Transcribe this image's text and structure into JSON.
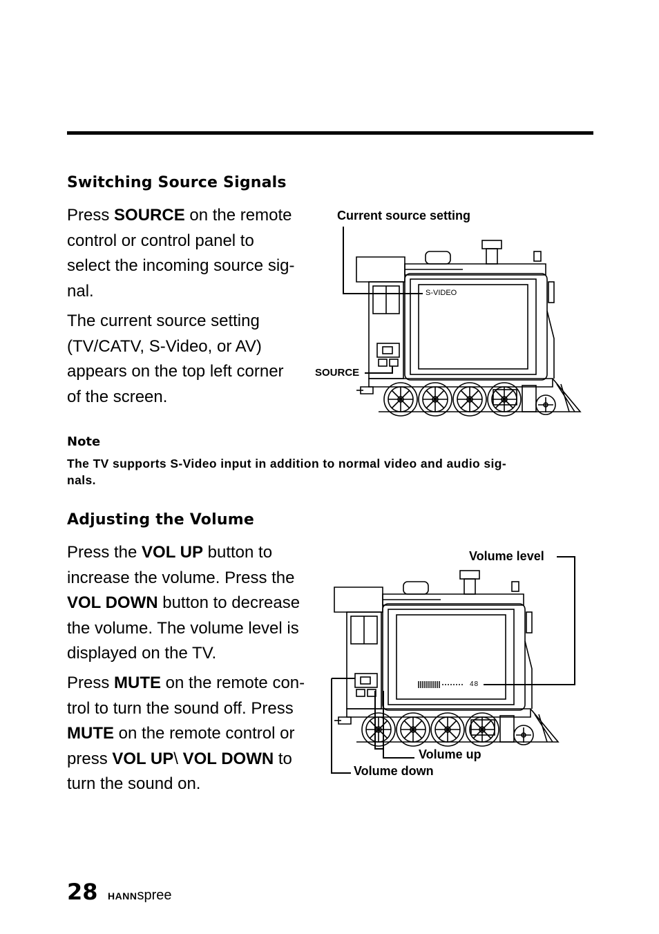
{
  "section1": {
    "heading": "Switching Source Signals",
    "para1": [
      {
        "t": "Press "
      },
      {
        "t": "SOURCE",
        "b": true
      },
      {
        "t": " on the remote\ncontrol or control panel to\nselect the incoming source sig-\nnal."
      }
    ],
    "para2": "The current source setting\n(TV/CATV, S-Video, or AV)\nappears on the top left corner\nof the screen.",
    "callouts": {
      "current_source": "Current source setting",
      "source_button": "SOURCE",
      "osd": "S-VIDEO"
    }
  },
  "note": {
    "label": "Note",
    "text": "The TV supports S-Video input in addition to normal video and audio sig-\nnals."
  },
  "section2": {
    "heading": "Adjusting the Volume",
    "para1": [
      {
        "t": "Press the "
      },
      {
        "t": "VOL UP",
        "b": true
      },
      {
        "t": " button to\nincrease the volume. Press the\n"
      },
      {
        "t": "VOL DOWN",
        "b": true
      },
      {
        "t": " button to decrease\nthe volume. The volume level is\ndisplayed on the TV."
      }
    ],
    "para2": [
      {
        "t": "Press "
      },
      {
        "t": "MUTE",
        "b": true
      },
      {
        "t": " on the remote con-\ntrol to turn the sound off. Press\n"
      },
      {
        "t": "MUTE",
        "b": true
      },
      {
        "t": " on the remote control or\npress "
      },
      {
        "t": "VOL UP",
        "b": true
      },
      {
        "t": "\\ "
      },
      {
        "t": "VOL DOWN",
        "b": true
      },
      {
        "t": " to\nturn the sound on."
      }
    ],
    "callouts": {
      "volume_level": "Volume level",
      "volume_up": "Volume up",
      "volume_down": "Volume down",
      "osd_value": "48"
    }
  },
  "footer": {
    "page_number": "28",
    "brand_bold": "HANN",
    "brand_rest": "spree"
  }
}
